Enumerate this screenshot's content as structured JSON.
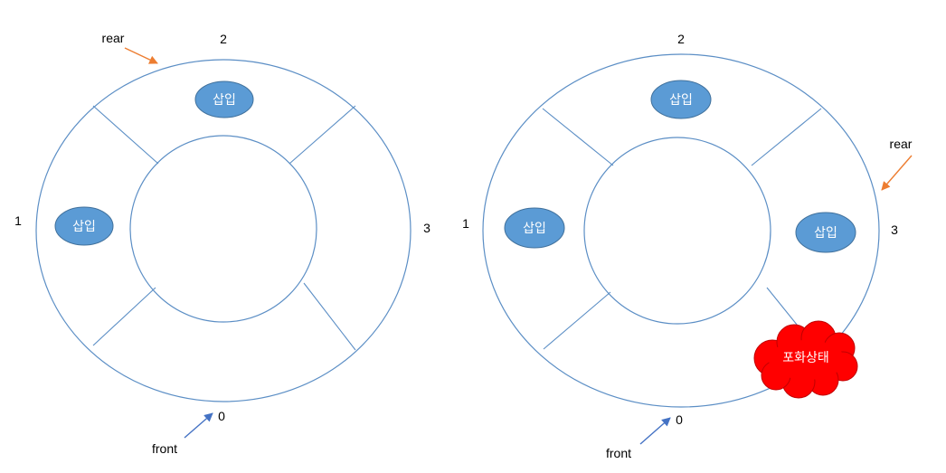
{
  "colors": {
    "ring_stroke": "#5B8EC5",
    "badge_fill": "#5B9BD5",
    "badge_stroke": "#41719C",
    "rear_arrow": "#ED7D31",
    "front_arrow": "#4472C4",
    "cloud_fill": "#FF0000",
    "cloud_stroke": "#C00000"
  },
  "left_diagram": {
    "index_labels": [
      "0",
      "1",
      "2",
      "3"
    ],
    "rear_label": "rear",
    "front_label": "front",
    "insert_badges": [
      "삽입",
      "삽입"
    ]
  },
  "right_diagram": {
    "index_labels": [
      "0",
      "1",
      "2",
      "3"
    ],
    "rear_label": "rear",
    "front_label": "front",
    "insert_badges": [
      "삽입",
      "삽입",
      "삽입"
    ],
    "full_state_label": "포화상태"
  },
  "icons": {
    "rear_pointer": "arrow-icon",
    "front_pointer": "arrow-icon",
    "full_state": "cloud-icon"
  }
}
